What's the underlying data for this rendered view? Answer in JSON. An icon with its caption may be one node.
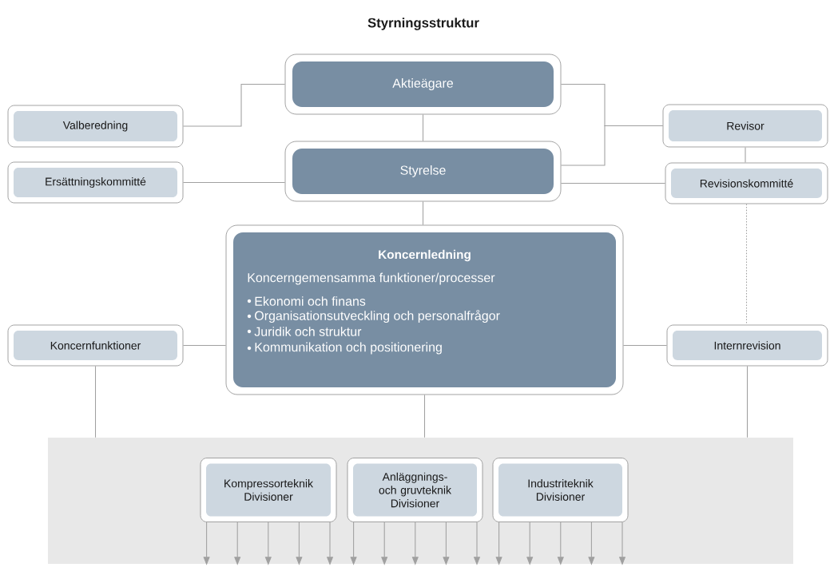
{
  "diagram": {
    "title": "Styrningsstruktur",
    "nodes": [
      {
        "text": [
          "Aktieägare"
        ]
      },
      {
        "text": [
          "Valberedning"
        ]
      },
      {
        "text": [
          "Revisor"
        ]
      },
      {
        "text": [
          "Styrelse"
        ]
      },
      {
        "text": [
          "Ersättningskommitté"
        ]
      },
      {
        "text": [
          "Revisionskommitté"
        ]
      },
      {
        "text": [
          "Koncernledning",
          "Koncerngemensamma funktioner/processer",
          "Ekonomi och finans",
          "Organisationsutveckling och personalfrågor",
          "Juridik och struktur",
          "Kommunikation och positionering"
        ]
      },
      {
        "text": [
          "Koncernfunktioner"
        ]
      },
      {
        "text": [
          "Internrevision"
        ]
      },
      {
        "text": [],
        "shape": "box"
      },
      {
        "text": [
          "Kompressorteknik Divisioner"
        ],
        "in": 9
      },
      {
        "text": [
          "Anläggnings- och gruvteknik Divisioner"
        ],
        "in": 9
      },
      {
        "text": [
          "Industriteknik Divisioner"
        ],
        "in": 9
      }
    ],
    "edges": [
      {
        "from": 1,
        "to": 0,
        "arrow": "none"
      },
      {
        "from": 0,
        "to": 3,
        "arrow": "none"
      },
      {
        "from": 0,
        "to": 2,
        "arrow": "none"
      },
      {
        "from": 3,
        "to": 2,
        "arrow": "none"
      },
      {
        "from": 4,
        "to": 3,
        "arrow": "none"
      },
      {
        "from": 3,
        "to": 5,
        "arrow": "none"
      },
      {
        "from": 2,
        "to": 5,
        "arrow": "none"
      },
      {
        "from": 5,
        "to": 8,
        "arrow": "none",
        "style": "dashed"
      },
      {
        "from": 3,
        "to": 6,
        "arrow": "none"
      },
      {
        "from": 7,
        "to": 6,
        "arrow": "none"
      },
      {
        "from": 6,
        "to": 8,
        "arrow": "none"
      },
      {
        "from": 7,
        "to": 9,
        "arrow": "none"
      },
      {
        "from": 6,
        "to": 9,
        "arrow": "none"
      },
      {
        "from": 8,
        "to": 9,
        "arrow": "none"
      },
      {
        "from": 10,
        "to": null,
        "arrow": "to"
      },
      {
        "from": 10,
        "to": null,
        "arrow": "to"
      },
      {
        "from": 10,
        "to": null,
        "arrow": "to"
      },
      {
        "from": 10,
        "to": null,
        "arrow": "to"
      },
      {
        "from": 10,
        "to": null,
        "arrow": "to"
      },
      {
        "from": 11,
        "to": null,
        "arrow": "to"
      },
      {
        "from": 11,
        "to": null,
        "arrow": "to"
      },
      {
        "from": 11,
        "to": null,
        "arrow": "to"
      },
      {
        "from": 11,
        "to": null,
        "arrow": "to"
      },
      {
        "from": 11,
        "to": null,
        "arrow": "to"
      },
      {
        "from": 12,
        "to": null,
        "arrow": "to"
      },
      {
        "from": 12,
        "to": null,
        "arrow": "to"
      },
      {
        "from": 12,
        "to": null,
        "arrow": "to"
      },
      {
        "from": 12,
        "to": null,
        "arrow": "to"
      },
      {
        "from": 12,
        "to": null,
        "arrow": "to"
      }
    ]
  }
}
